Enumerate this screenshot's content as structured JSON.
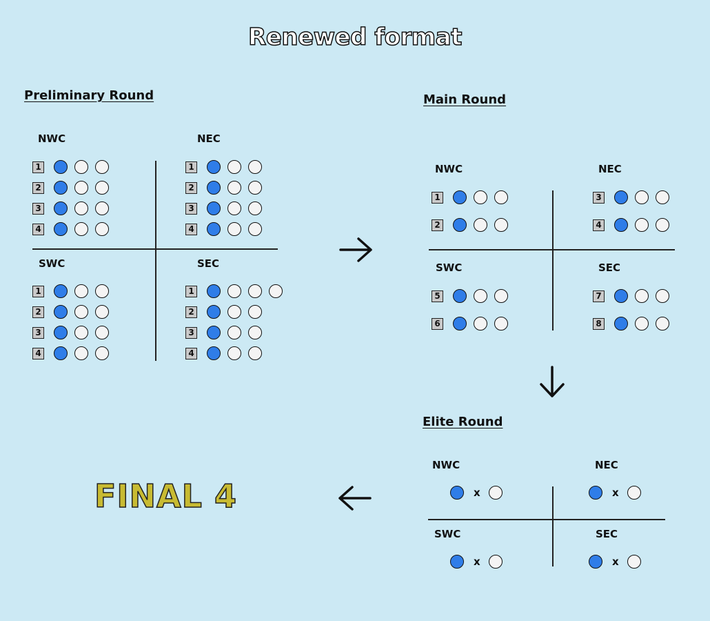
{
  "title": "Renewed format",
  "final_label": "FINAL 4",
  "colors": {
    "background": "#cce9f4",
    "blue_dot": "#2f7de8",
    "white_dot": "#f4f4f4",
    "final": "#c8bb32"
  },
  "sections": [
    {
      "id": "preliminary",
      "title": "Preliminary Round",
      "groups": [
        {
          "label": "NWC",
          "rows": [
            {
              "seed": "1",
              "dots": [
                "blue",
                "white",
                "white"
              ]
            },
            {
              "seed": "2",
              "dots": [
                "blue",
                "white",
                "white"
              ]
            },
            {
              "seed": "3",
              "dots": [
                "blue",
                "white",
                "white"
              ]
            },
            {
              "seed": "4",
              "dots": [
                "blue",
                "white",
                "white"
              ]
            }
          ]
        },
        {
          "label": "NEC",
          "rows": [
            {
              "seed": "1",
              "dots": [
                "blue",
                "white",
                "white"
              ]
            },
            {
              "seed": "2",
              "dots": [
                "blue",
                "white",
                "white"
              ]
            },
            {
              "seed": "3",
              "dots": [
                "blue",
                "white",
                "white"
              ]
            },
            {
              "seed": "4",
              "dots": [
                "blue",
                "white",
                "white"
              ]
            }
          ]
        },
        {
          "label": "SWC",
          "rows": [
            {
              "seed": "1",
              "dots": [
                "blue",
                "white",
                "white"
              ]
            },
            {
              "seed": "2",
              "dots": [
                "blue",
                "white",
                "white"
              ]
            },
            {
              "seed": "3",
              "dots": [
                "blue",
                "white",
                "white"
              ]
            },
            {
              "seed": "4",
              "dots": [
                "blue",
                "white",
                "white"
              ]
            }
          ]
        },
        {
          "label": "SEC",
          "rows": [
            {
              "seed": "1",
              "dots": [
                "blue",
                "white",
                "white",
                "white"
              ]
            },
            {
              "seed": "2",
              "dots": [
                "blue",
                "white",
                "white"
              ]
            },
            {
              "seed": "3",
              "dots": [
                "blue",
                "white",
                "white"
              ]
            },
            {
              "seed": "4",
              "dots": [
                "blue",
                "white",
                "white"
              ]
            }
          ]
        }
      ]
    },
    {
      "id": "main",
      "title": "Main Round",
      "groups": [
        {
          "label": "NWC",
          "rows": [
            {
              "seed": "1",
              "dots": [
                "blue",
                "white",
                "white"
              ]
            },
            {
              "seed": "2",
              "dots": [
                "blue",
                "white",
                "white"
              ]
            }
          ]
        },
        {
          "label": "NEC",
          "rows": [
            {
              "seed": "3",
              "dots": [
                "blue",
                "white",
                "white"
              ]
            },
            {
              "seed": "4",
              "dots": [
                "blue",
                "white",
                "white"
              ]
            }
          ]
        },
        {
          "label": "SWC",
          "rows": [
            {
              "seed": "5",
              "dots": [
                "blue",
                "white",
                "white"
              ]
            },
            {
              "seed": "6",
              "dots": [
                "blue",
                "white",
                "white"
              ]
            }
          ]
        },
        {
          "label": "SEC",
          "rows": [
            {
              "seed": "7",
              "dots": [
                "blue",
                "white",
                "white"
              ]
            },
            {
              "seed": "8",
              "dots": [
                "blue",
                "white",
                "white"
              ]
            }
          ]
        }
      ]
    },
    {
      "id": "elite",
      "title": "Elite Round",
      "groups": [
        {
          "label": "NWC",
          "matchups": [
            {
              "left": "blue",
              "separator": "x",
              "right": "white"
            }
          ]
        },
        {
          "label": "NEC",
          "matchups": [
            {
              "left": "blue",
              "separator": "x",
              "right": "white"
            }
          ]
        },
        {
          "label": "SWC",
          "matchups": [
            {
              "left": "blue",
              "separator": "x",
              "right": "white"
            }
          ]
        },
        {
          "label": "SEC",
          "matchups": [
            {
              "left": "blue",
              "separator": "x",
              "right": "white"
            }
          ]
        }
      ]
    }
  ],
  "icons": {
    "flow_right": "arrow-right-icon",
    "flow_down": "arrow-down-icon",
    "flow_left": "arrow-left-icon"
  }
}
